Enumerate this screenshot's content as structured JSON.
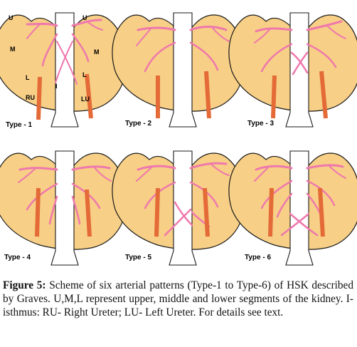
{
  "figure": {
    "panels": [
      {
        "label": "Type - 1"
      },
      {
        "label": "Type - 2"
      },
      {
        "label": "Type - 3"
      },
      {
        "label": "Type - 4"
      },
      {
        "label": "Type - 5"
      },
      {
        "label": "Type - 6"
      }
    ],
    "segment_labels": {
      "upper_left": "U",
      "upper_right": "U",
      "middle_left": "M",
      "middle_right": "M",
      "lower_left": "L",
      "lower_right": "L",
      "isthmus": "I",
      "right_ureter": "RU",
      "left_ureter": "LU"
    },
    "colors": {
      "kidney": "#f7cf86",
      "artery": "#ef78ad",
      "ureter": "#e46a37"
    }
  },
  "caption": {
    "lead": "Figure 5:",
    "text": " Scheme of six arterial patterns (Type-1 to Type-6) of HSK described by Graves. U,M,L represent upper, middle and lower segments of the kidney. I-isthmus: RU- Right Ureter; LU- Left Ureter. For details see text."
  }
}
